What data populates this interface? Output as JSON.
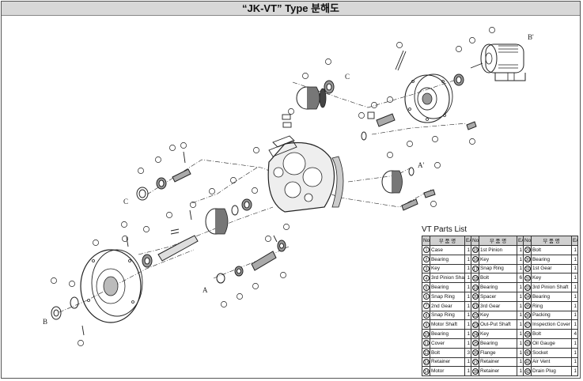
{
  "title": "“JK-VT”  Type  분해도",
  "view_labels": {
    "a_left": "A",
    "a_right": "A'",
    "b_left": "B",
    "b_right": "B'",
    "c_left": "C",
    "c_right": "C"
  },
  "parts_list": {
    "title": "VT Parts List",
    "headers": {
      "no": "No",
      "name": "부 품 명",
      "ea": "EA"
    },
    "rows": [
      [
        {
          "no": "1",
          "name": "Case",
          "ea": "1"
        },
        {
          "no": "15",
          "name": "1st Pinion",
          "ea": "1"
        },
        {
          "no": "29",
          "name": "Bolt",
          "ea": "1"
        }
      ],
      [
        {
          "no": "2",
          "name": "Bearing",
          "ea": "1"
        },
        {
          "no": "16",
          "name": "Key",
          "ea": "1"
        },
        {
          "no": "30",
          "name": "Bearing",
          "ea": "1"
        }
      ],
      [
        {
          "no": "3",
          "name": "Key",
          "ea": "1"
        },
        {
          "no": "17",
          "name": "Snap Ring",
          "ea": "1"
        },
        {
          "no": "31",
          "name": "1st Gear",
          "ea": "1"
        }
      ],
      [
        {
          "no": "4",
          "name": "3rd Pinion Shaft",
          "ea": "1"
        },
        {
          "no": "18",
          "name": "Bolt",
          "ea": "6"
        },
        {
          "no": "32",
          "name": "Key",
          "ea": "1"
        }
      ],
      [
        {
          "no": "5",
          "name": "Bearing",
          "ea": "1"
        },
        {
          "no": "19",
          "name": "Bearing",
          "ea": "1"
        },
        {
          "no": "33",
          "name": "3rd Pinion Shaft",
          "ea": "1"
        }
      ],
      [
        {
          "no": "6",
          "name": "Snap Ring",
          "ea": "1"
        },
        {
          "no": "20",
          "name": "Spacer",
          "ea": "1"
        },
        {
          "no": "34",
          "name": "Bearing",
          "ea": "1"
        }
      ],
      [
        {
          "no": "7",
          "name": "2nd Gear",
          "ea": "1"
        },
        {
          "no": "21",
          "name": "3rd Gear",
          "ea": "1"
        },
        {
          "no": "35",
          "name": "Ring",
          "ea": "1"
        }
      ],
      [
        {
          "no": "8",
          "name": "Snap Ring",
          "ea": "1"
        },
        {
          "no": "22",
          "name": "Key",
          "ea": "1"
        },
        {
          "no": "36",
          "name": "Packing",
          "ea": "1"
        }
      ],
      [
        {
          "no": "9",
          "name": "Motor Shaft",
          "ea": "1"
        },
        {
          "no": "23",
          "name": "Out-Put Shaft",
          "ea": "1"
        },
        {
          "no": "37",
          "name": "Inspection Cover",
          "ea": "1"
        }
      ],
      [
        {
          "no": "10",
          "name": "Bearing",
          "ea": "1"
        },
        {
          "no": "24",
          "name": "Key",
          "ea": "1"
        },
        {
          "no": "38",
          "name": "Bolt",
          "ea": "4"
        }
      ],
      [
        {
          "no": "11",
          "name": "Cover",
          "ea": "1"
        },
        {
          "no": "25",
          "name": "Bearing",
          "ea": "1"
        },
        {
          "no": "39",
          "name": "Oil Gauge",
          "ea": "1"
        }
      ],
      [
        {
          "no": "12",
          "name": "Bolt",
          "ea": "3"
        },
        {
          "no": "26",
          "name": "Flange",
          "ea": "1"
        },
        {
          "no": "40",
          "name": "Socket",
          "ea": "1"
        }
      ],
      [
        {
          "no": "13",
          "name": "Retainer",
          "ea": "1"
        },
        {
          "no": "27",
          "name": "Retainer",
          "ea": "1"
        },
        {
          "no": "41",
          "name": "Air Vent",
          "ea": "1"
        }
      ],
      [
        {
          "no": "14",
          "name": "Motor",
          "ea": "1"
        },
        {
          "no": "28",
          "name": "Retainer",
          "ea": "1"
        },
        {
          "no": "42",
          "name": "Drain Plug",
          "ea": "1"
        }
      ]
    ]
  }
}
